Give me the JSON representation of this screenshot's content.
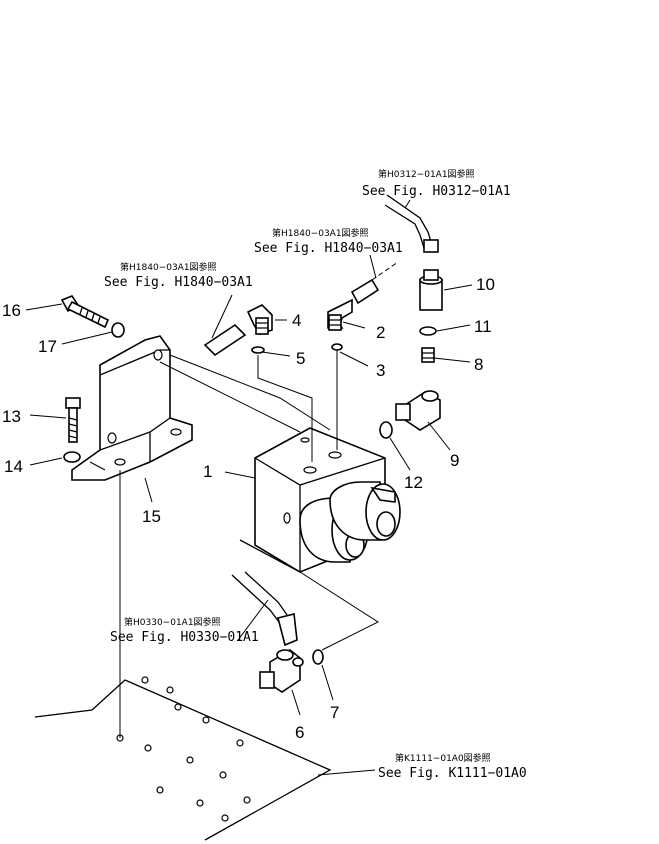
{
  "callouts": [
    {
      "id": "1",
      "label": "1"
    },
    {
      "id": "2",
      "label": "2"
    },
    {
      "id": "3",
      "label": "3"
    },
    {
      "id": "4",
      "label": "4"
    },
    {
      "id": "5",
      "label": "5"
    },
    {
      "id": "6",
      "label": "6"
    },
    {
      "id": "7",
      "label": "7"
    },
    {
      "id": "8",
      "label": "8"
    },
    {
      "id": "9",
      "label": "9"
    },
    {
      "id": "10",
      "label": "10"
    },
    {
      "id": "11",
      "label": "11"
    },
    {
      "id": "12",
      "label": "12"
    },
    {
      "id": "13",
      "label": "13"
    },
    {
      "id": "14",
      "label": "14"
    },
    {
      "id": "15",
      "label": "15"
    },
    {
      "id": "16",
      "label": "16"
    },
    {
      "id": "17",
      "label": "17"
    }
  ],
  "references": {
    "h0312": {
      "jp": "第H0312−01A1図参照",
      "en": "See Fig. H0312−01A1"
    },
    "h1840_right": {
      "jp": "第H1840−03A1図参照",
      "en": "See Fig. H1840−03A1"
    },
    "h1840_left": {
      "jp": "第H1840−03A1図参照",
      "en": "See Fig. H1840−03A1"
    },
    "h0330": {
      "jp": "第H0330−01A1図参照",
      "en": "See Fig. H0330−01A1"
    },
    "k1111": {
      "jp": "第K1111−01A0図参照",
      "en": "See Fig. K1111−01A0"
    }
  }
}
